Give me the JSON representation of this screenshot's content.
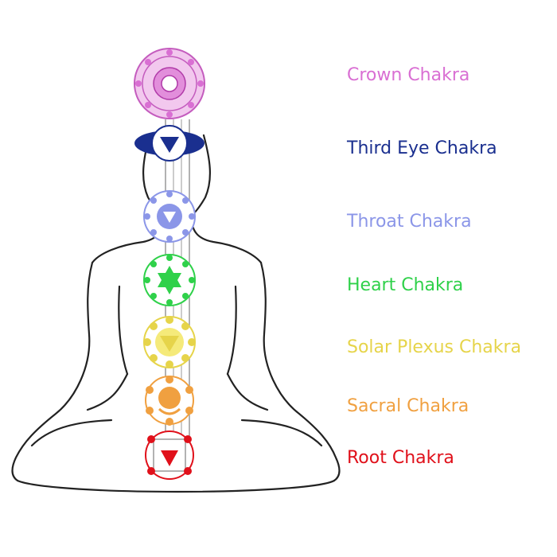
{
  "chakras": [
    {
      "key": "crown",
      "label": "Crown Chakra",
      "color": "#d96fd3"
    },
    {
      "key": "third",
      "label": "Third Eye Chakra",
      "color": "#1a2f8f"
    },
    {
      "key": "throat",
      "label": "Throat Chakra",
      "color": "#8b96e8"
    },
    {
      "key": "heart",
      "label": "Heart Chakra",
      "color": "#2fd14a"
    },
    {
      "key": "solar",
      "label": "Solar Plexus Chakra",
      "color": "#e6d44a"
    },
    {
      "key": "sacral",
      "label": "Sacral Chakra",
      "color": "#f0a040"
    },
    {
      "key": "root",
      "label": "Root Chakra",
      "color": "#e0101a"
    }
  ]
}
